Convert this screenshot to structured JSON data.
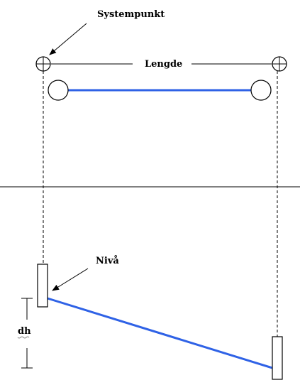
{
  "labels": {
    "systempunkt": "Systempunkt",
    "lengde": "Lengde",
    "niva": "Nivå",
    "dh": "dh"
  },
  "colors": {
    "pipe": "#2f62e6",
    "line": "#000000",
    "background": "#ffffff"
  }
}
